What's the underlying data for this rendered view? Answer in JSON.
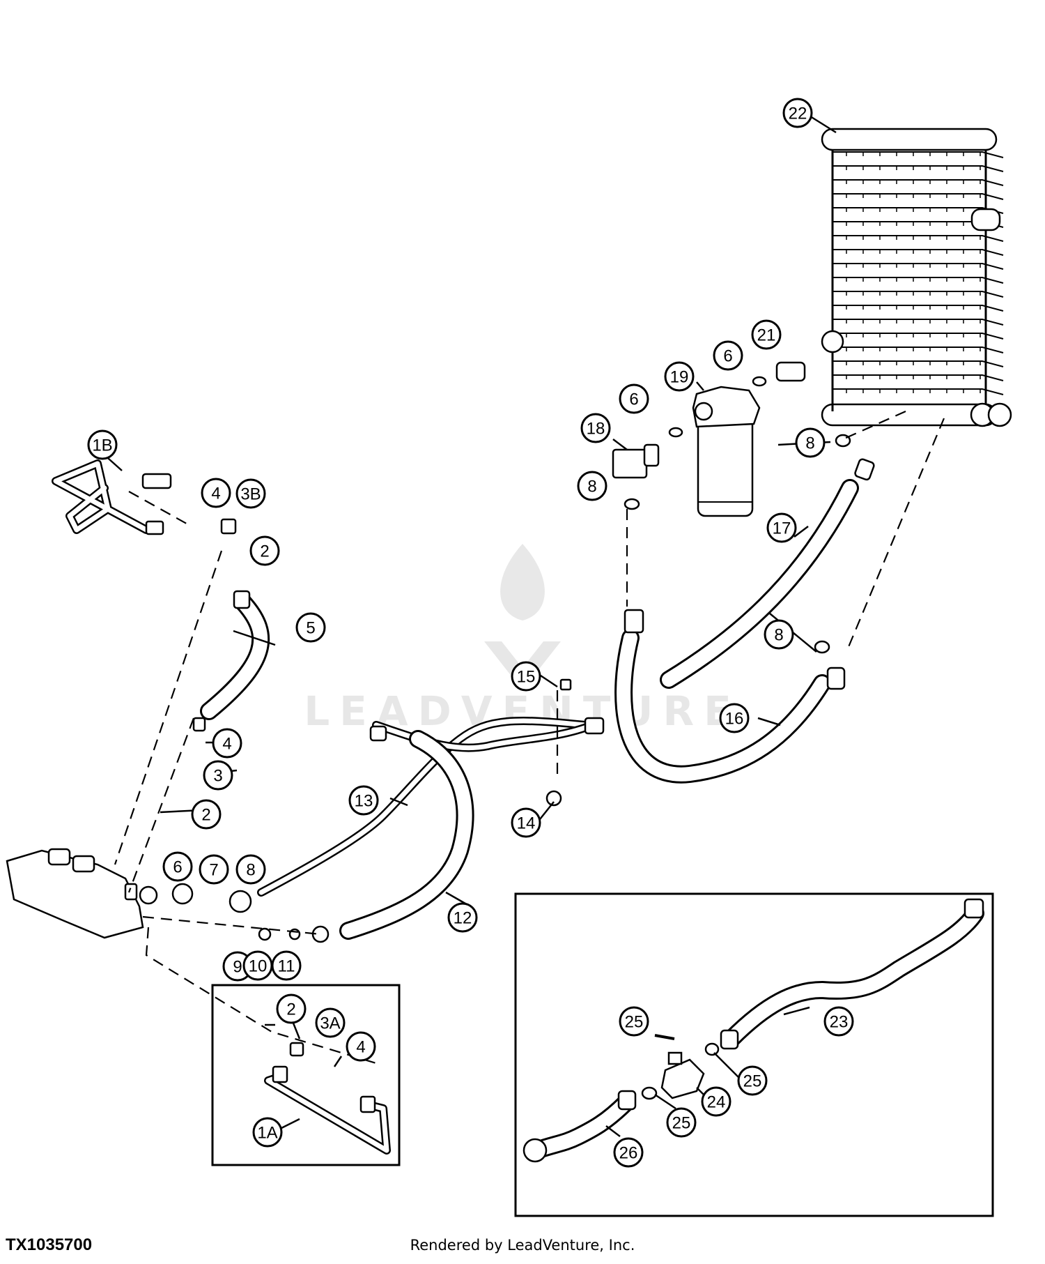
{
  "figure_id": "TX1035700",
  "footer": "Rendered by LeadVenture, Inc.",
  "watermark": "LEADVENTURE",
  "callouts": [
    "22",
    "21",
    "6",
    "19",
    "6",
    "18",
    "8",
    "8",
    "17",
    "8",
    "16",
    "1B",
    "4",
    "3B",
    "2",
    "5",
    "4",
    "3",
    "2",
    "15",
    "14",
    "13",
    "12",
    "6",
    "7",
    "8",
    "9",
    "10",
    "11",
    "2",
    "3A",
    "4",
    "1A",
    "25",
    "23",
    "25",
    "24",
    "25",
    "26"
  ]
}
